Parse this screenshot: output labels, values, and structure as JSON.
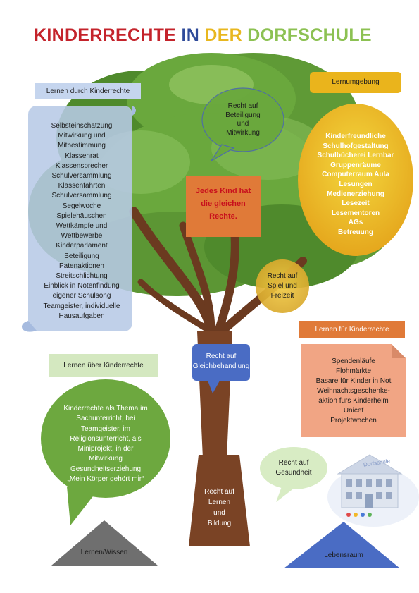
{
  "title": {
    "word1": "KINDERRECHTE",
    "word2": "IN",
    "word3": "DER",
    "word4": "DORFSCHULE"
  },
  "colors": {
    "red": "#c4232b",
    "blue": "#2f4b9a",
    "yellow": "#e8b71f",
    "green": "#8cc152",
    "orange": "#e07a38",
    "scroll_blue": "#b7c9e6",
    "tree_green": "#5f9a36",
    "trunk": "#7a4325"
  },
  "labels": {
    "lernen_durch": "Lernen durch Kinderrechte",
    "lernumgebung": "Lernumgebung",
    "lernen_fuer": "Lernen für Kinderrechte",
    "lernen_ueber": "Lernen über Kinderrechte",
    "lernen_wissen": "Lernen/Wissen",
    "lebensraum": "Lebensraum"
  },
  "scroll_items": [
    "Selbsteinschätzung",
    "Mitwirkung und",
    "Mitbestimmung",
    "Klassenrat",
    "Klassensprecher",
    "Schulversammlung",
    "Klassenfahrten",
    "Schulversammlung",
    "Segelwoche",
    "Spielehäuschen",
    "Wettkämpfe und",
    "Wettbewerbe",
    "Kinderparlament",
    "Beteiligung",
    "Patenaktionen",
    "Streitschlichtung",
    "Einblick in Notenfindung",
    "eigener Schulsong",
    "Teamgeister, individuelle",
    "Hausaufgaben"
  ],
  "lernumgebung_items": [
    "Kinderfreundliche",
    "Schulhofgestaltung",
    "Schulbücherei Lernbar",
    "Gruppenräume",
    "Computerraum Aula",
    "Lesungen",
    "Medienerziehung",
    "Lesezeit",
    "Lesementoren",
    "AGs",
    "Betreuung"
  ],
  "lernen_fuer_items": [
    "Spendenläufe",
    "Flohmärkte",
    "Basare für Kinder in Not",
    "Weihnachtsgeschenke-",
    "aktion fürs Kinderheim",
    "Unicef",
    "Projektwochen"
  ],
  "lernen_ueber_items": [
    "Kinderrechte als Thema im",
    "Sachunterricht, bei",
    "Teamgeister, im",
    "Religionsunterricht, als",
    "Miniprojekt, in der",
    "Mitwirkung",
    "Gesundheitserziehung",
    "„Mein Körper gehört mir“"
  ],
  "rights": {
    "beteiligung": [
      "Recht auf",
      "Beteiligung",
      "und",
      "Mitwirkung"
    ],
    "center": [
      "Jedes Kind hat",
      "die gleichen",
      "Rechte."
    ],
    "spiel": [
      "Recht auf",
      "Spiel und",
      "Freizeit"
    ],
    "gleich": [
      "Recht auf",
      "Gleichbehandlung"
    ],
    "gesundheit": [
      "Recht auf",
      "Gesundheit"
    ],
    "bildung": [
      "Recht auf",
      "Lernen",
      "und",
      "Bildung"
    ]
  },
  "logo_text": "Dorfschule"
}
